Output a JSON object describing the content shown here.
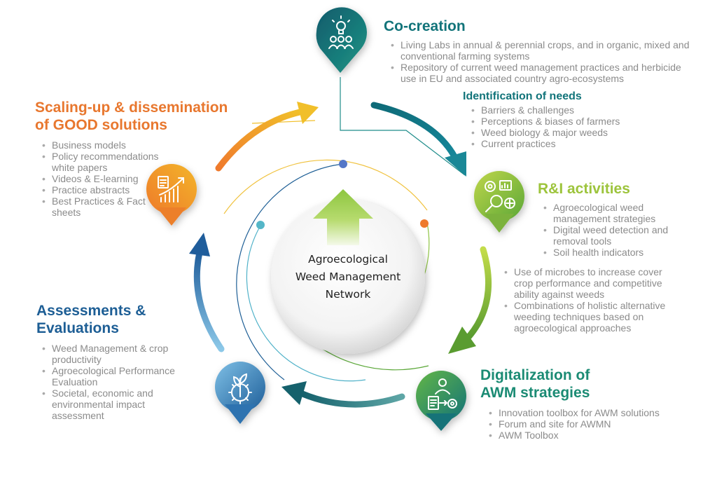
{
  "center": {
    "lines": [
      "Agroecological",
      "Weed Management",
      "Network"
    ]
  },
  "stages": {
    "co_creation": {
      "title": "Co-creation",
      "icon": "people-lightbulb-icon",
      "color": "#12747a",
      "bullets": [
        "Living Labs in annual & perennial crops, and in organic, mixed and conventional farming systems",
        "Repository of current weed management practices and herbicide use in EU and associated country agro-ecosystems"
      ],
      "subsection": {
        "title": "Identification of needs",
        "bullets": [
          "Barriers & challenges",
          "Perceptions & biases of farmers",
          "Weed biology & major weeds",
          "Current practices"
        ]
      }
    },
    "ri_activities": {
      "title": "R&I activities",
      "icon": "research-magnifier-icon",
      "color": "#9dc43c",
      "bullets": [
        "Agroecological weed management strategies",
        "Digital weed detection and removal tools",
        "Soil health indicators"
      ],
      "bullets_extra": [
        "Use of microbes to increase cover crop performance and competitive ability against weeds",
        "Combinations of holistic alternative weeding techniques based on agroecological approaches"
      ]
    },
    "digitalization": {
      "title_lines": [
        "Digitalization of",
        "AWM strategies"
      ],
      "icon": "digital-worker-icon",
      "color": "#1b8b74",
      "bullets": [
        "Innovation toolbox for AWM solutions",
        "Forum and site for AWMN",
        "AWM Toolbox"
      ]
    },
    "assessments": {
      "title_lines": [
        "Assessments &",
        "Evaluations"
      ],
      "icon": "plant-gear-icon",
      "color": "#1d5e95",
      "bullets": [
        "Weed Management & crop productivity",
        "Agroecological Performance Evaluation",
        "Societal, economic and environmental impact assessment"
      ]
    },
    "scaling_up": {
      "title_lines": [
        "Scaling-up & dissemination",
        "of GOOD solutions"
      ],
      "icon": "growth-chart-icon",
      "color": "#e8772e",
      "bullets": [
        "Business models",
        "Policy recommendations white papers",
        "Videos & E-learning",
        "Practice abstracts",
        "Best Practices & Fact sheets"
      ]
    }
  }
}
